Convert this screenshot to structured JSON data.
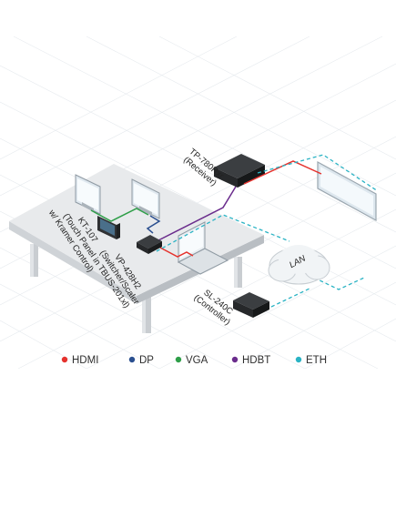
{
  "devices": {
    "kt107": {
      "line1": "KT-107",
      "line2": "(Touch Panel",
      "line3": "w/ Kramer Control)"
    },
    "vp428h2": {
      "line1": "VP-428H2",
      "line2": "(Switcher/Scaler",
      "line3": "in TBUS-201xl)"
    },
    "tp780rxr": {
      "line1": "TP-780Rxr",
      "line2": "(Receiver)"
    },
    "sl240c": {
      "line1": "SL-240C",
      "line2": "(Controller)"
    },
    "lan": {
      "label": "LAN"
    }
  },
  "legend": [
    {
      "label": "HDMI",
      "color": "#e5322d"
    },
    {
      "label": "DP",
      "color": "#2a4f8f"
    },
    {
      "label": "VGA",
      "color": "#2e9e48"
    },
    {
      "label": "HDBT",
      "color": "#6a2c8c"
    },
    {
      "label": "ETH",
      "color": "#2ab3c4"
    }
  ]
}
